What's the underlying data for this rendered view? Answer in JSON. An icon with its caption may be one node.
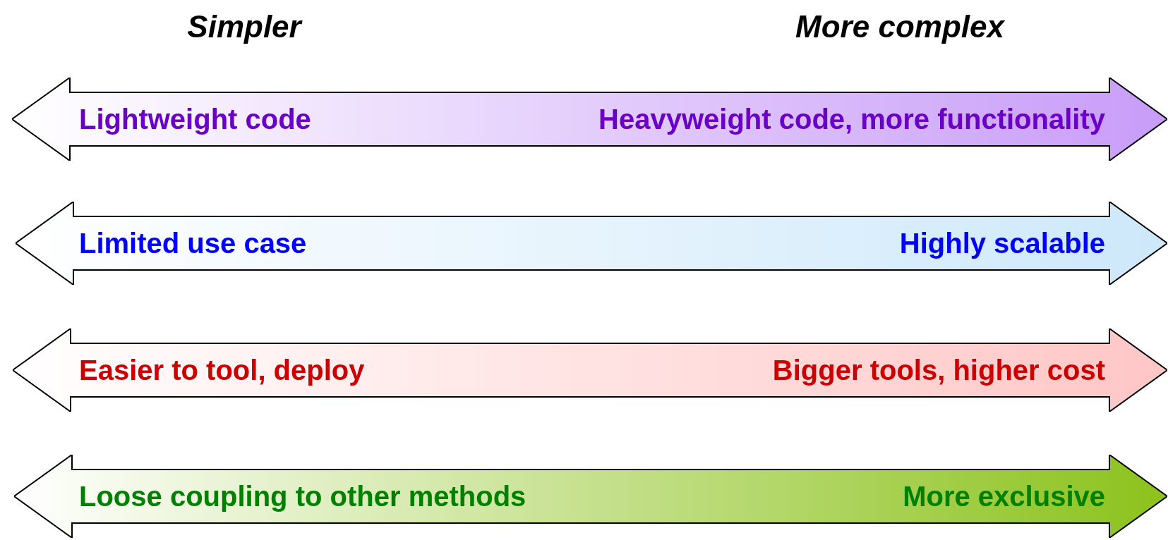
{
  "diagram": {
    "nodes": [
      {
        "text": [
          "Lightweight code",
          "Heavyweight code, more functionality"
        ]
      },
      {
        "text": [
          "Limited use case",
          "Highly scalable"
        ]
      },
      {
        "text": [
          "Easier to tool, deploy",
          "Bigger tools, higher cost"
        ]
      },
      {
        "text": [
          "Loose coupling to other methods",
          "More exclusive"
        ]
      }
    ],
    "labels": [
      "Simpler",
      "More complex"
    ]
  }
}
